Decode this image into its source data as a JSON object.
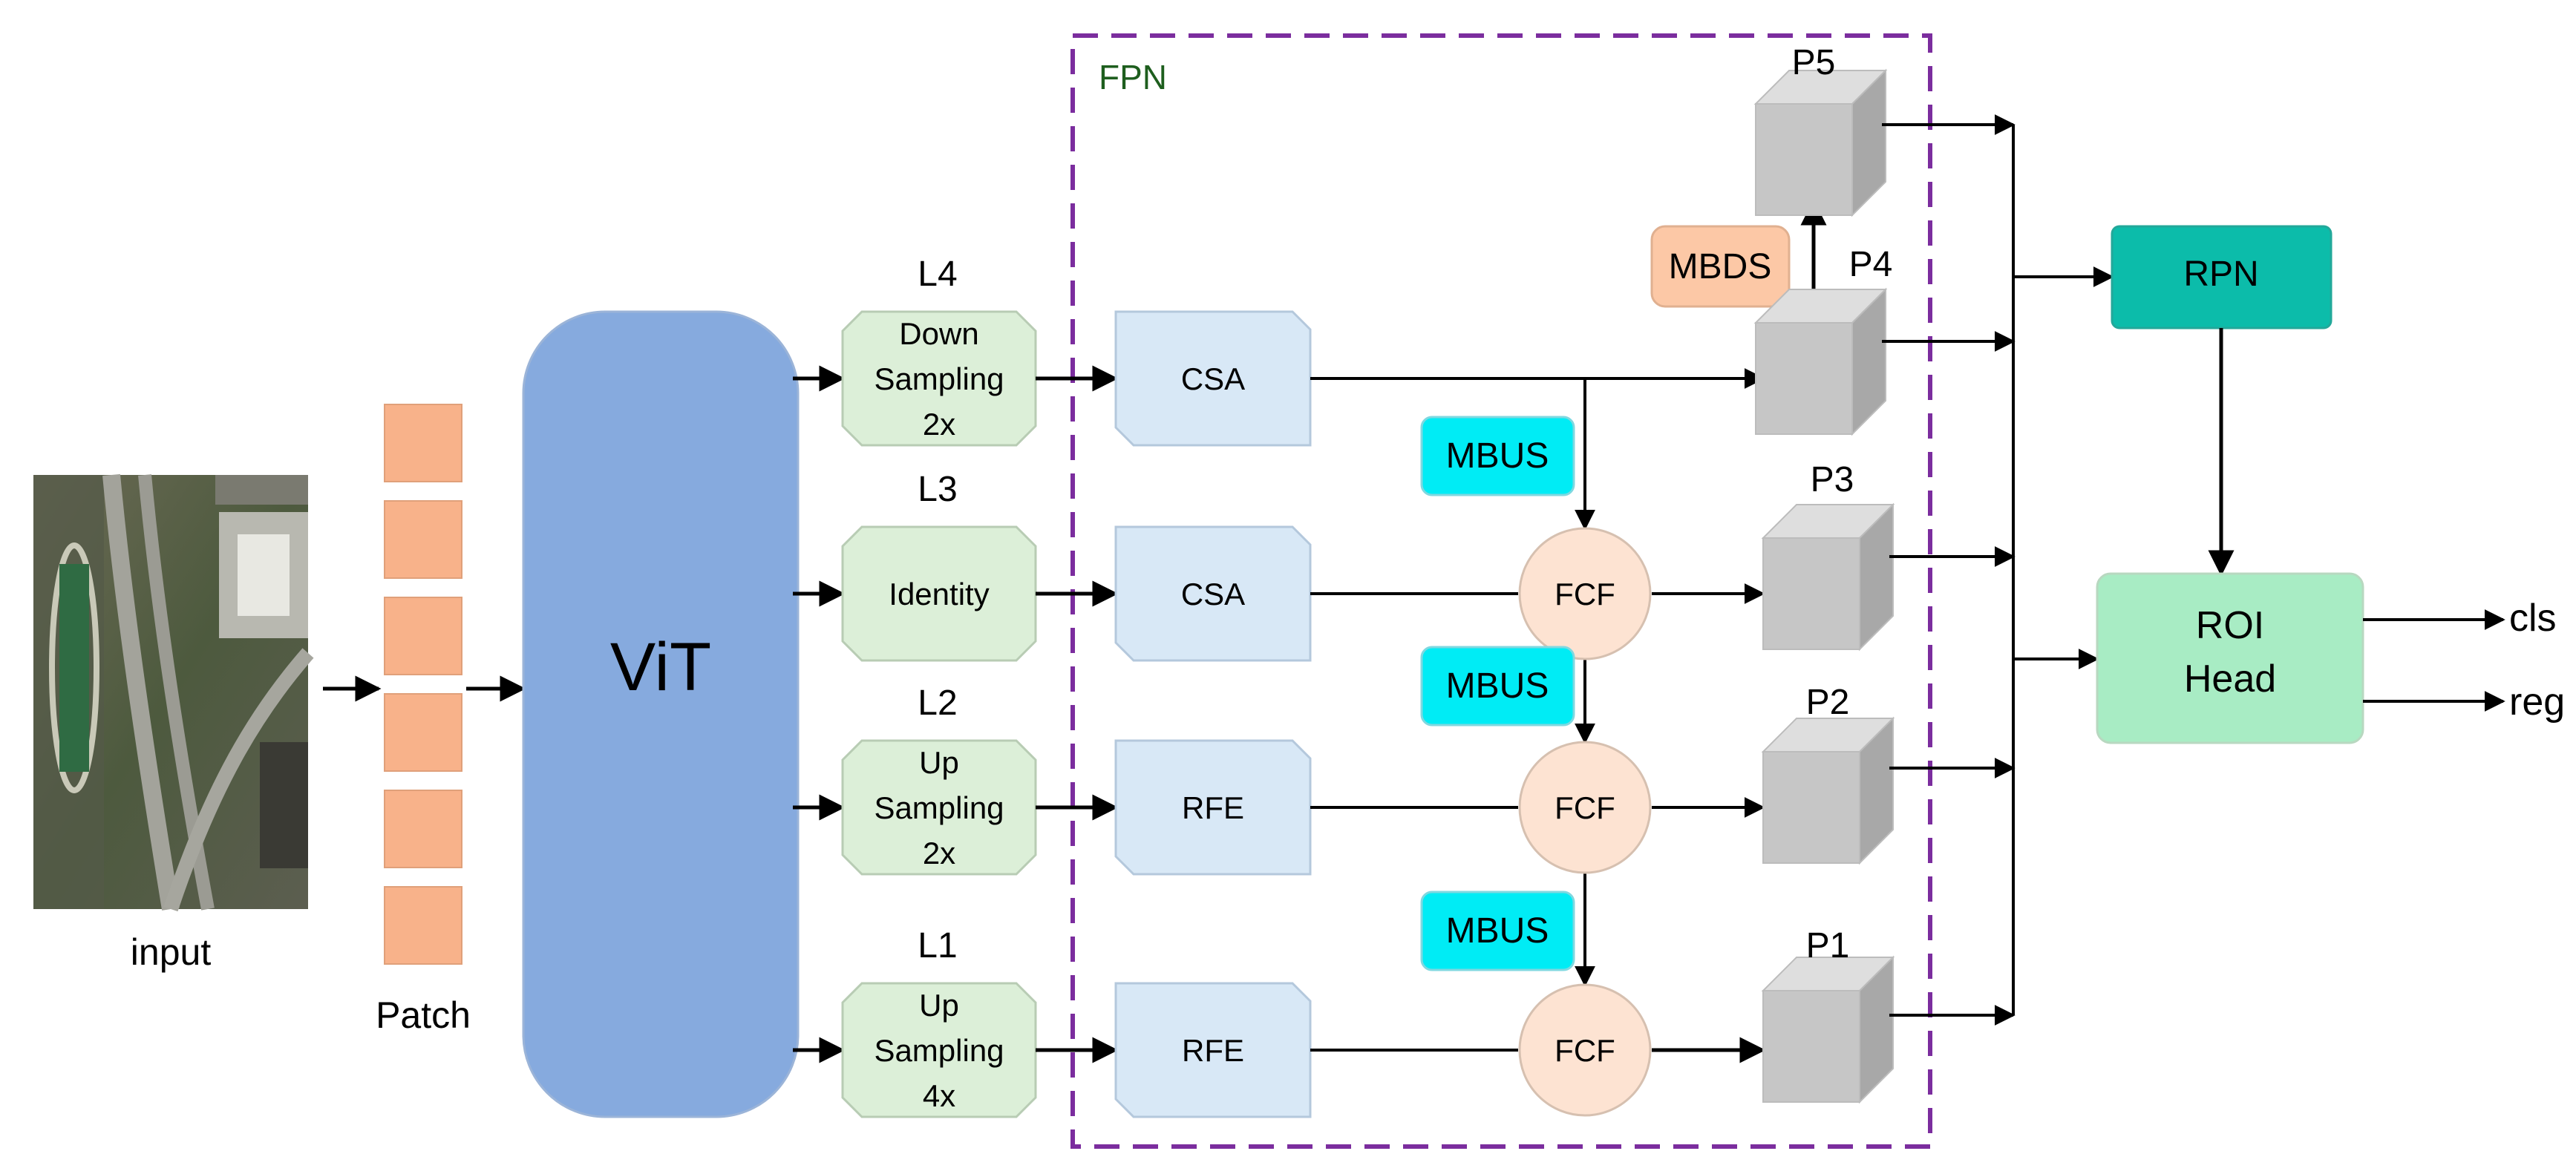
{
  "input": {
    "label": "input"
  },
  "patch": {
    "label": "Patch",
    "count": 6,
    "color": "#f8b28a"
  },
  "vit": {
    "label": "ViT",
    "color": "#86aade"
  },
  "levels": [
    {
      "label": "L4",
      "lines": [
        "Down",
        "Sampling",
        "2x"
      ],
      "block": "CSA"
    },
    {
      "label": "L3",
      "lines": [
        "Identity"
      ],
      "block": "CSA"
    },
    {
      "label": "L2",
      "lines": [
        "Up",
        "Sampling",
        "2x"
      ],
      "block": "RFE"
    },
    {
      "label": "L1",
      "lines": [
        "Up",
        "Sampling",
        "4x"
      ],
      "block": "RFE"
    }
  ],
  "fpn": {
    "label": "FPN",
    "border_color": "#7b2d9e",
    "label_color": "#1e5e1e"
  },
  "fcf": {
    "label": "FCF",
    "color": "#fde3d2"
  },
  "mbus": {
    "label": "MBUS",
    "color": "#00ecf5"
  },
  "mbds": {
    "label": "MBDS",
    "color": "#fcc8a6"
  },
  "outputs": [
    "P5",
    "P4",
    "P3",
    "P2",
    "P1"
  ],
  "rpn": {
    "label": "RPN",
    "color": "#0cbcaa"
  },
  "roi": {
    "lines": [
      "ROI",
      "Head"
    ],
    "color": "#a8ecc4"
  },
  "results": {
    "cls": "cls",
    "reg": "reg"
  },
  "colors": {
    "sampling": "#dcefd8",
    "block": "#d8e8f6",
    "cube": "#c6c6c6"
  }
}
